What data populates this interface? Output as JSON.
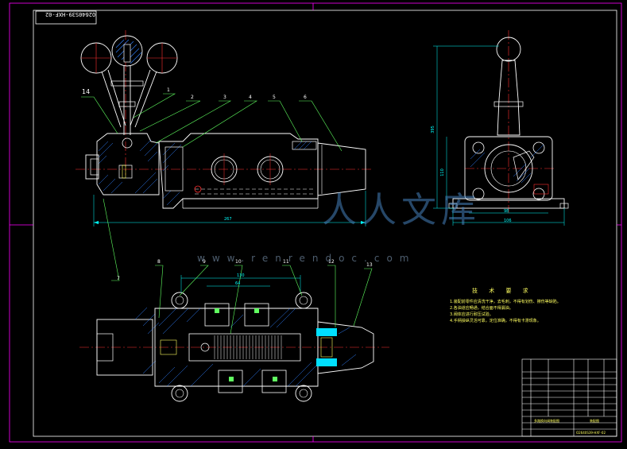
{
  "drawing_number": "O2640S39-HXF-02",
  "balloons_front": [
    "14",
    "1",
    "2",
    "3",
    "4",
    "5",
    "6"
  ],
  "balloons_plan": [
    "7",
    "8",
    "9",
    "10",
    "11",
    "12",
    "13"
  ],
  "dimensions": {
    "front_length": "267",
    "side_width_inner": "98",
    "side_width_outer": "106",
    "side_height": "395",
    "side_height_small": "110",
    "plan_width_1": "130",
    "plan_width_2": "64"
  },
  "watermark": {
    "text": "人人文库",
    "url": "www.renrendoc.com"
  },
  "notes": {
    "title": "技 术 要 求",
    "items": [
      "1.装配前零件应清洗干净，去毛刺，不得有划伤、擦伤等缺陷。",
      "2.各油道应畅通，结合面不得漏油。",
      "3.阀体应进行耐压试验。",
      "4.手柄操纵灵活可靠，定位准确，不得有卡滞现象。"
    ]
  },
  "title_block": {
    "name": "多路换向阀装配图",
    "material": "装配图",
    "code": "O2640S39-HXF-02"
  },
  "colors": {
    "background": "#000000",
    "outline": "#ffffff",
    "frame": "#ff00ff",
    "centerline": "#ff3030",
    "leader": "#60ff60",
    "hatch": "#3080ff",
    "dimension": "#00ffff",
    "note": "#ffff60",
    "highlight": "#00e0ff"
  }
}
